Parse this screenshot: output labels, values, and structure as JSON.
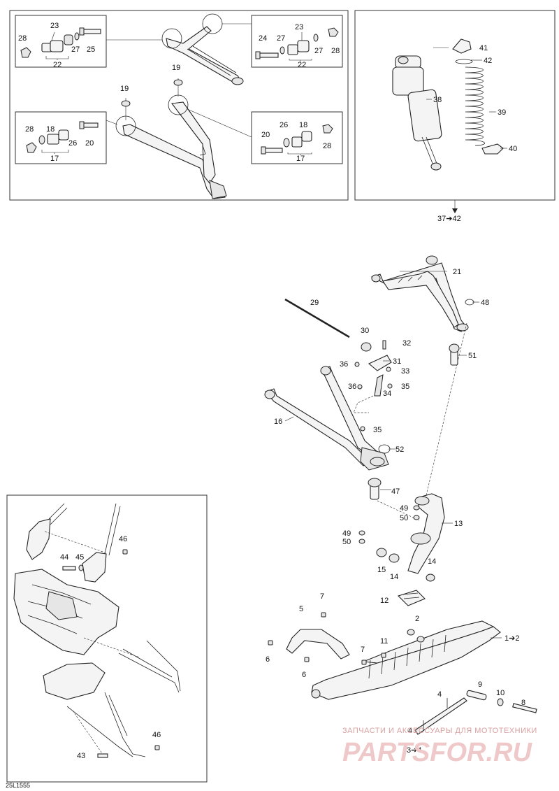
{
  "diagram_code": "25L1555",
  "kit_label_shock": "37➔42",
  "watermark": {
    "subtitle": "ЗАПЧАСТИ И АКСЕССУАРЫ ДЛЯ МОТОТЕХНИКИ",
    "brand": "PARTSFOR.RU"
  },
  "callouts": {
    "c1": "1➔2",
    "c2": "2",
    "c3": "3➔4",
    "c4": "4",
    "c5": "5",
    "c6a": "6",
    "c6b": "6",
    "c7a": "7",
    "c7b": "7",
    "c8": "8",
    "c9": "9",
    "c10": "10",
    "c11": "11",
    "c12": "12",
    "c13": "13",
    "c14a": "14",
    "c14b": "14",
    "c15": "15",
    "c16": "16",
    "c17a": "17",
    "c17b": "17",
    "c18a": "18",
    "c18b": "18",
    "c19a": "19",
    "c19b": "19",
    "c20a": "20",
    "c20b": "20",
    "c21": "21",
    "c22a": "22",
    "c22b": "22",
    "c23a": "23",
    "c23b": "23",
    "c24": "24",
    "c25": "25",
    "c26a": "26",
    "c26b": "26",
    "c27a": "27",
    "c27b": "27",
    "c28a": "28",
    "c28b": "28",
    "c28c": "28",
    "c28d": "28",
    "c29": "29",
    "c30": "30",
    "c31": "31",
    "c32": "32",
    "c33": "33",
    "c34": "34",
    "c35a": "35",
    "c35b": "35",
    "c36a": "36",
    "c36b": "36",
    "c38": "38",
    "c39": "39",
    "c40": "40",
    "c41": "41",
    "c42": "42",
    "c43": "43",
    "c44": "44",
    "c45": "45",
    "c46a": "46",
    "c46b": "46",
    "c47": "47",
    "c48": "48",
    "c49a": "49",
    "c49b": "49",
    "c50a": "50",
    "c50b": "50",
    "c51": "51",
    "c52": "52"
  }
}
